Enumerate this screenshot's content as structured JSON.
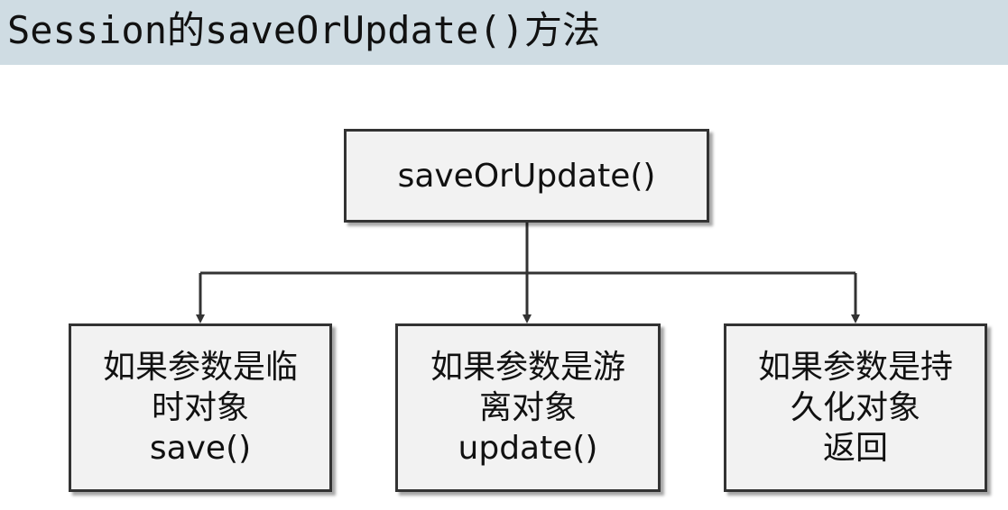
{
  "title": "Session的saveOrUpdate()方法",
  "root": {
    "label": "saveOrUpdate()"
  },
  "children": [
    {
      "lines": [
        "如果参数是临",
        "时对象",
        "save()"
      ]
    },
    {
      "lines": [
        "如果参数是游",
        "离对象",
        "update()"
      ]
    },
    {
      "lines": [
        "如果参数是持",
        "久化对象",
        "返回"
      ]
    }
  ],
  "colors": {
    "title_bar": "#cfdce3",
    "node_fill": "#f2f2f2",
    "node_border": "#333333",
    "connector": "#333333"
  }
}
